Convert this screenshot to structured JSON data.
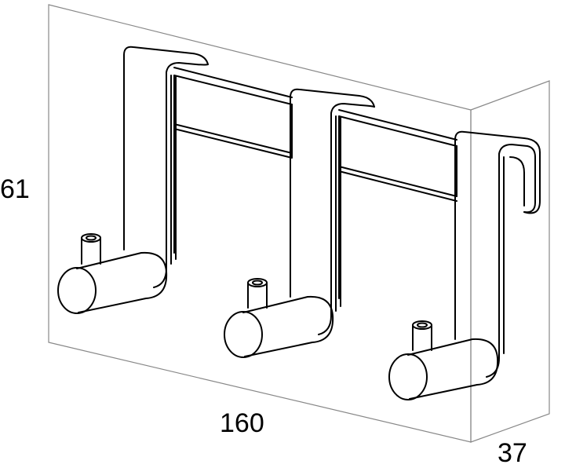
{
  "dimensions": {
    "height_label": "61",
    "width_label": "160",
    "depth_label": "37"
  },
  "product": {
    "hook_count": 3
  },
  "colors": {
    "box_line": "#888888",
    "product_line": "#000000"
  }
}
